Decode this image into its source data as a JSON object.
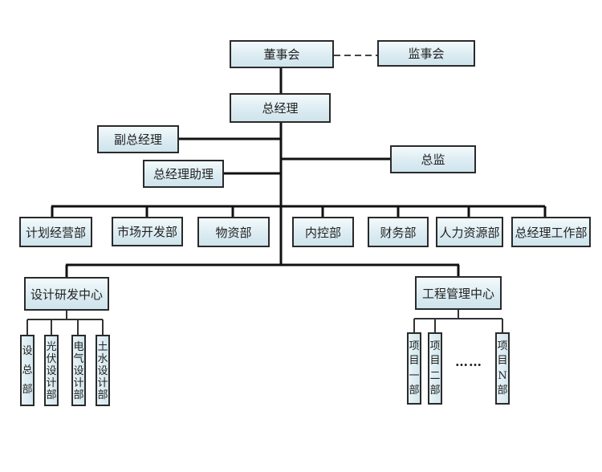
{
  "top": {
    "board": "董事会",
    "supervisory": "监事会",
    "gm": "总经理",
    "deputy_gm": "副总经理",
    "gm_assistant": "总经理助理",
    "director": "总监"
  },
  "departments": [
    "计划经营部",
    "市场开发部",
    "物资部",
    "内控部",
    "财务部",
    "人力资源部",
    "总经理工作部"
  ],
  "centers": {
    "design": {
      "label": "设计研发中心",
      "children": [
        [
          "设",
          "总",
          "部"
        ],
        [
          "光",
          "伏",
          "设",
          "计",
          "部"
        ],
        [
          "电",
          "气",
          "设",
          "计",
          "部"
        ],
        [
          "土",
          "水",
          "设",
          "计",
          "部"
        ]
      ]
    },
    "engineering": {
      "label": "工程管理中心",
      "children": [
        [
          "项",
          "目",
          "一",
          "部"
        ],
        [
          "项",
          "目",
          "二",
          "部"
        ],
        [
          "项",
          "目",
          "N",
          "部"
        ]
      ],
      "ellipsis": "……"
    }
  },
  "colors": {
    "line": "#111111",
    "border": "#2a2a2a",
    "fill": "#d8eaf0"
  }
}
